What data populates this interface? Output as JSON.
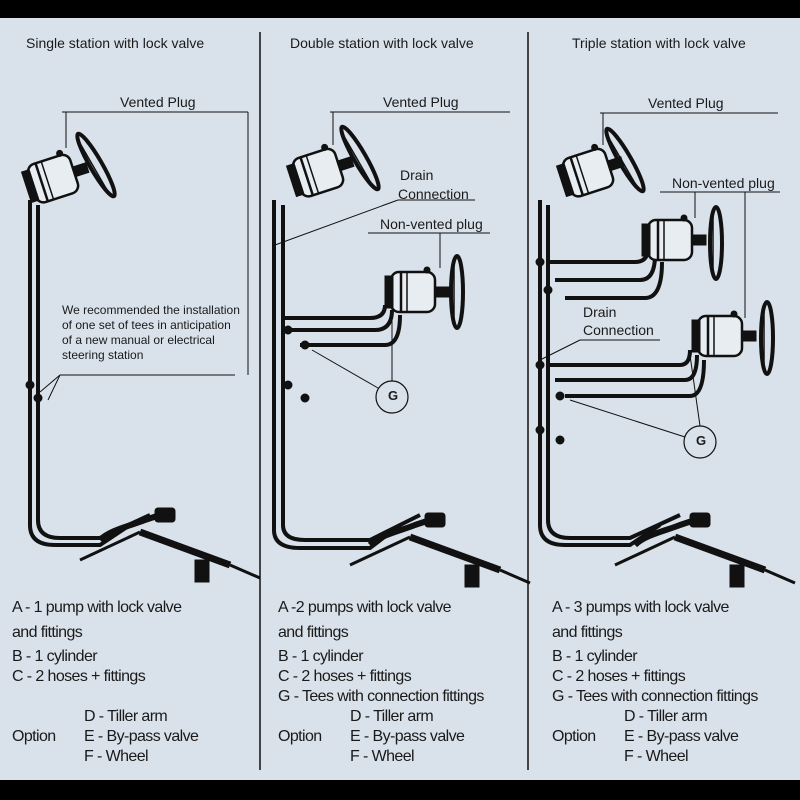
{
  "panels": [
    {
      "title": "Single station with lock valve",
      "labels": {
        "vented_plug": "Vented Plug",
        "note": [
          "We recommended the installation",
          "of one set of tees in anticipation",
          "of a new manual or electrical",
          "steering station"
        ]
      },
      "legend": {
        "a1": "A - 1 pump with lock valve",
        "a2": "and fittings",
        "b": "B - 1 cylinder",
        "c": "C - 2 hoses + fittings",
        "option": "Option",
        "d": "D - Tiller arm",
        "e": "E - By-pass valve",
        "f": "F - Wheel"
      }
    },
    {
      "title": "Double station with lock valve",
      "labels": {
        "vented_plug": "Vented Plug",
        "drain1": "Drain",
        "drain2": "Connection",
        "non_vented": "Non-vented plug",
        "g": "G"
      },
      "legend": {
        "a1": "A -2 pumps with lock valve",
        "a2": "and fittings",
        "b": "B - 1 cylinder",
        "c": "C - 2 hoses + fittings",
        "g": "G - Tees with connection fittings",
        "option": "Option",
        "d": "D - Tiller arm",
        "e": "E - By-pass valve",
        "f": "F - Wheel"
      }
    },
    {
      "title": "Triple station with lock valve",
      "labels": {
        "vented_plug": "Vented Plug",
        "drain1": "Drain",
        "drain2": "Connection",
        "non_vented": "Non-vented plug",
        "g": "G"
      },
      "legend": {
        "a1": "A - 3 pumps with lock valve",
        "a2": "and fittings",
        "b": "B - 1 cylinder",
        "c": "C - 2 hoses + fittings",
        "g": "G - Tees with connection fittings",
        "option": "Option",
        "d": "D - Tiller arm",
        "e": "E - By-pass valve",
        "f": "F - Wheel"
      }
    }
  ],
  "colors": {
    "background": "#d9e1ea",
    "ink": "#1a1a1a",
    "frame": "#000000"
  }
}
